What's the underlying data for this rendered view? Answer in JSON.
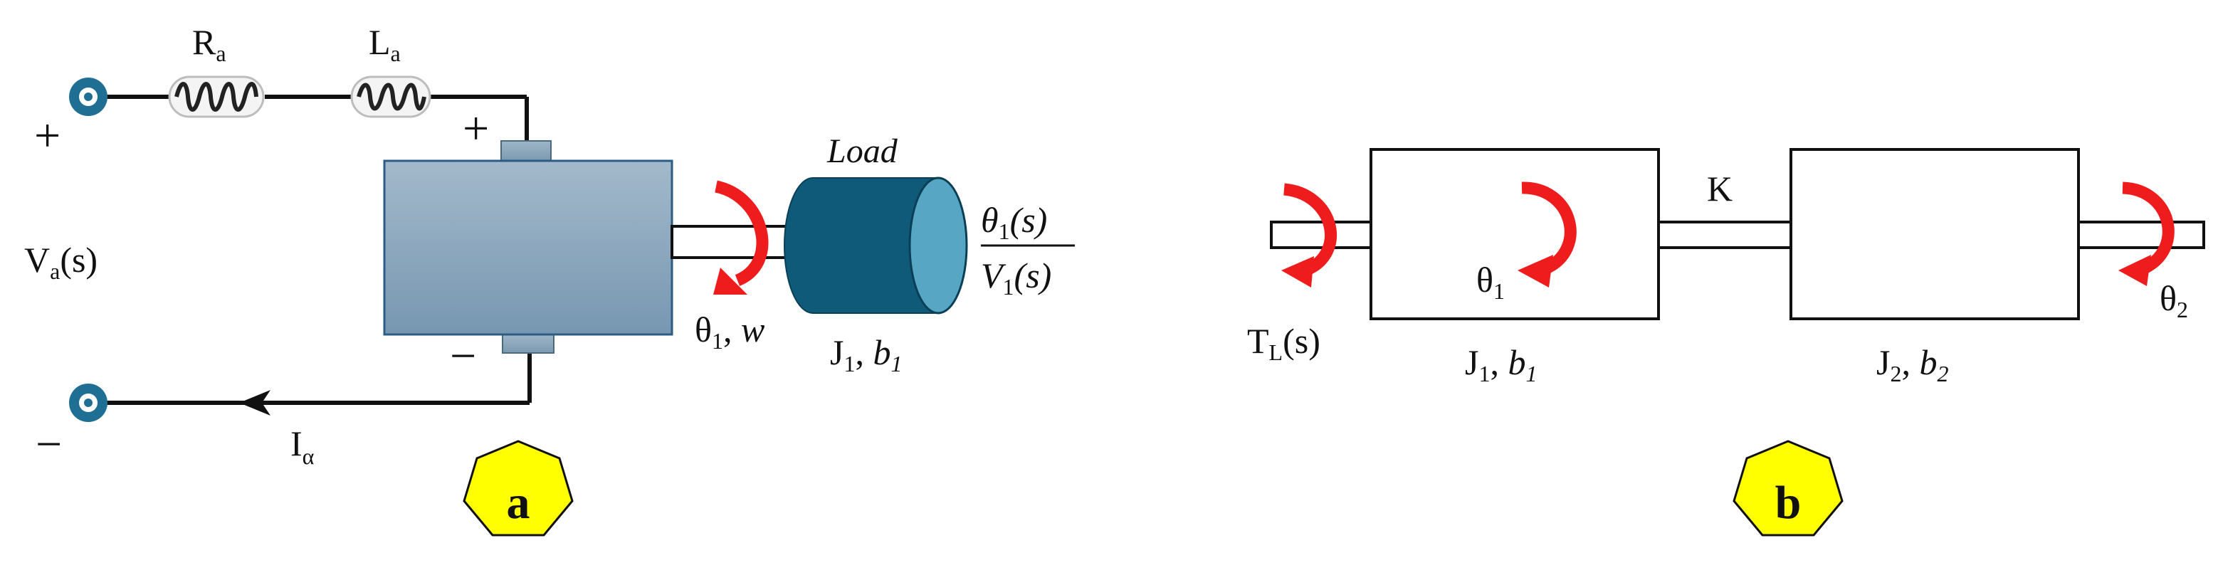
{
  "panel_a": {
    "resistor_label": {
      "main": "R",
      "sub": "a"
    },
    "inductor_label": {
      "main": "L",
      "sub": "a"
    },
    "source_label": {
      "main": "V",
      "sub": "a",
      "tail": "(s)"
    },
    "plus_left": "+",
    "minus_left": "−",
    "plus_motor": "+",
    "minus_motor": "−",
    "current_label": {
      "main": "I",
      "sub": "α"
    },
    "load_label": "Load",
    "angle_label": {
      "main": "θ",
      "sub": "1",
      "tail": ", ",
      "italic": "w"
    },
    "inertia_label": {
      "main": "J",
      "sub": "1",
      "sep": ", ",
      "italic": "b",
      "italic_sub": "1"
    },
    "transfer_fn": {
      "num": {
        "theta": "θ",
        "sub": "1",
        "tail": "(s)"
      },
      "den": {
        "v": "V",
        "sub": "1",
        "tail": "(s)"
      }
    },
    "badge": "a"
  },
  "panel_b": {
    "torque_label": {
      "main": "T",
      "sub": "L",
      "tail": "(s)"
    },
    "theta1": {
      "main": "θ",
      "sub": "1"
    },
    "spring_label": "K",
    "theta2": {
      "main": "θ",
      "sub": "2"
    },
    "inertia1": {
      "main": "J",
      "sub": "1",
      "sep": ", ",
      "italic": "b",
      "italic_sub": "1"
    },
    "inertia2": {
      "main": "J",
      "sub": "2",
      "sep": ", ",
      "italic": "b",
      "italic_sub": "2"
    },
    "badge": "b"
  },
  "colors": {
    "terminal": "#1f6f95",
    "motor_top": "#a3b9cb",
    "motor_bottom": "#7898b2",
    "load_dark": "#0f5a78",
    "load_face": "#57a7c4",
    "arrow": "#ee1c1c",
    "badge_fill": "#ffff00",
    "wire": "#111111"
  }
}
